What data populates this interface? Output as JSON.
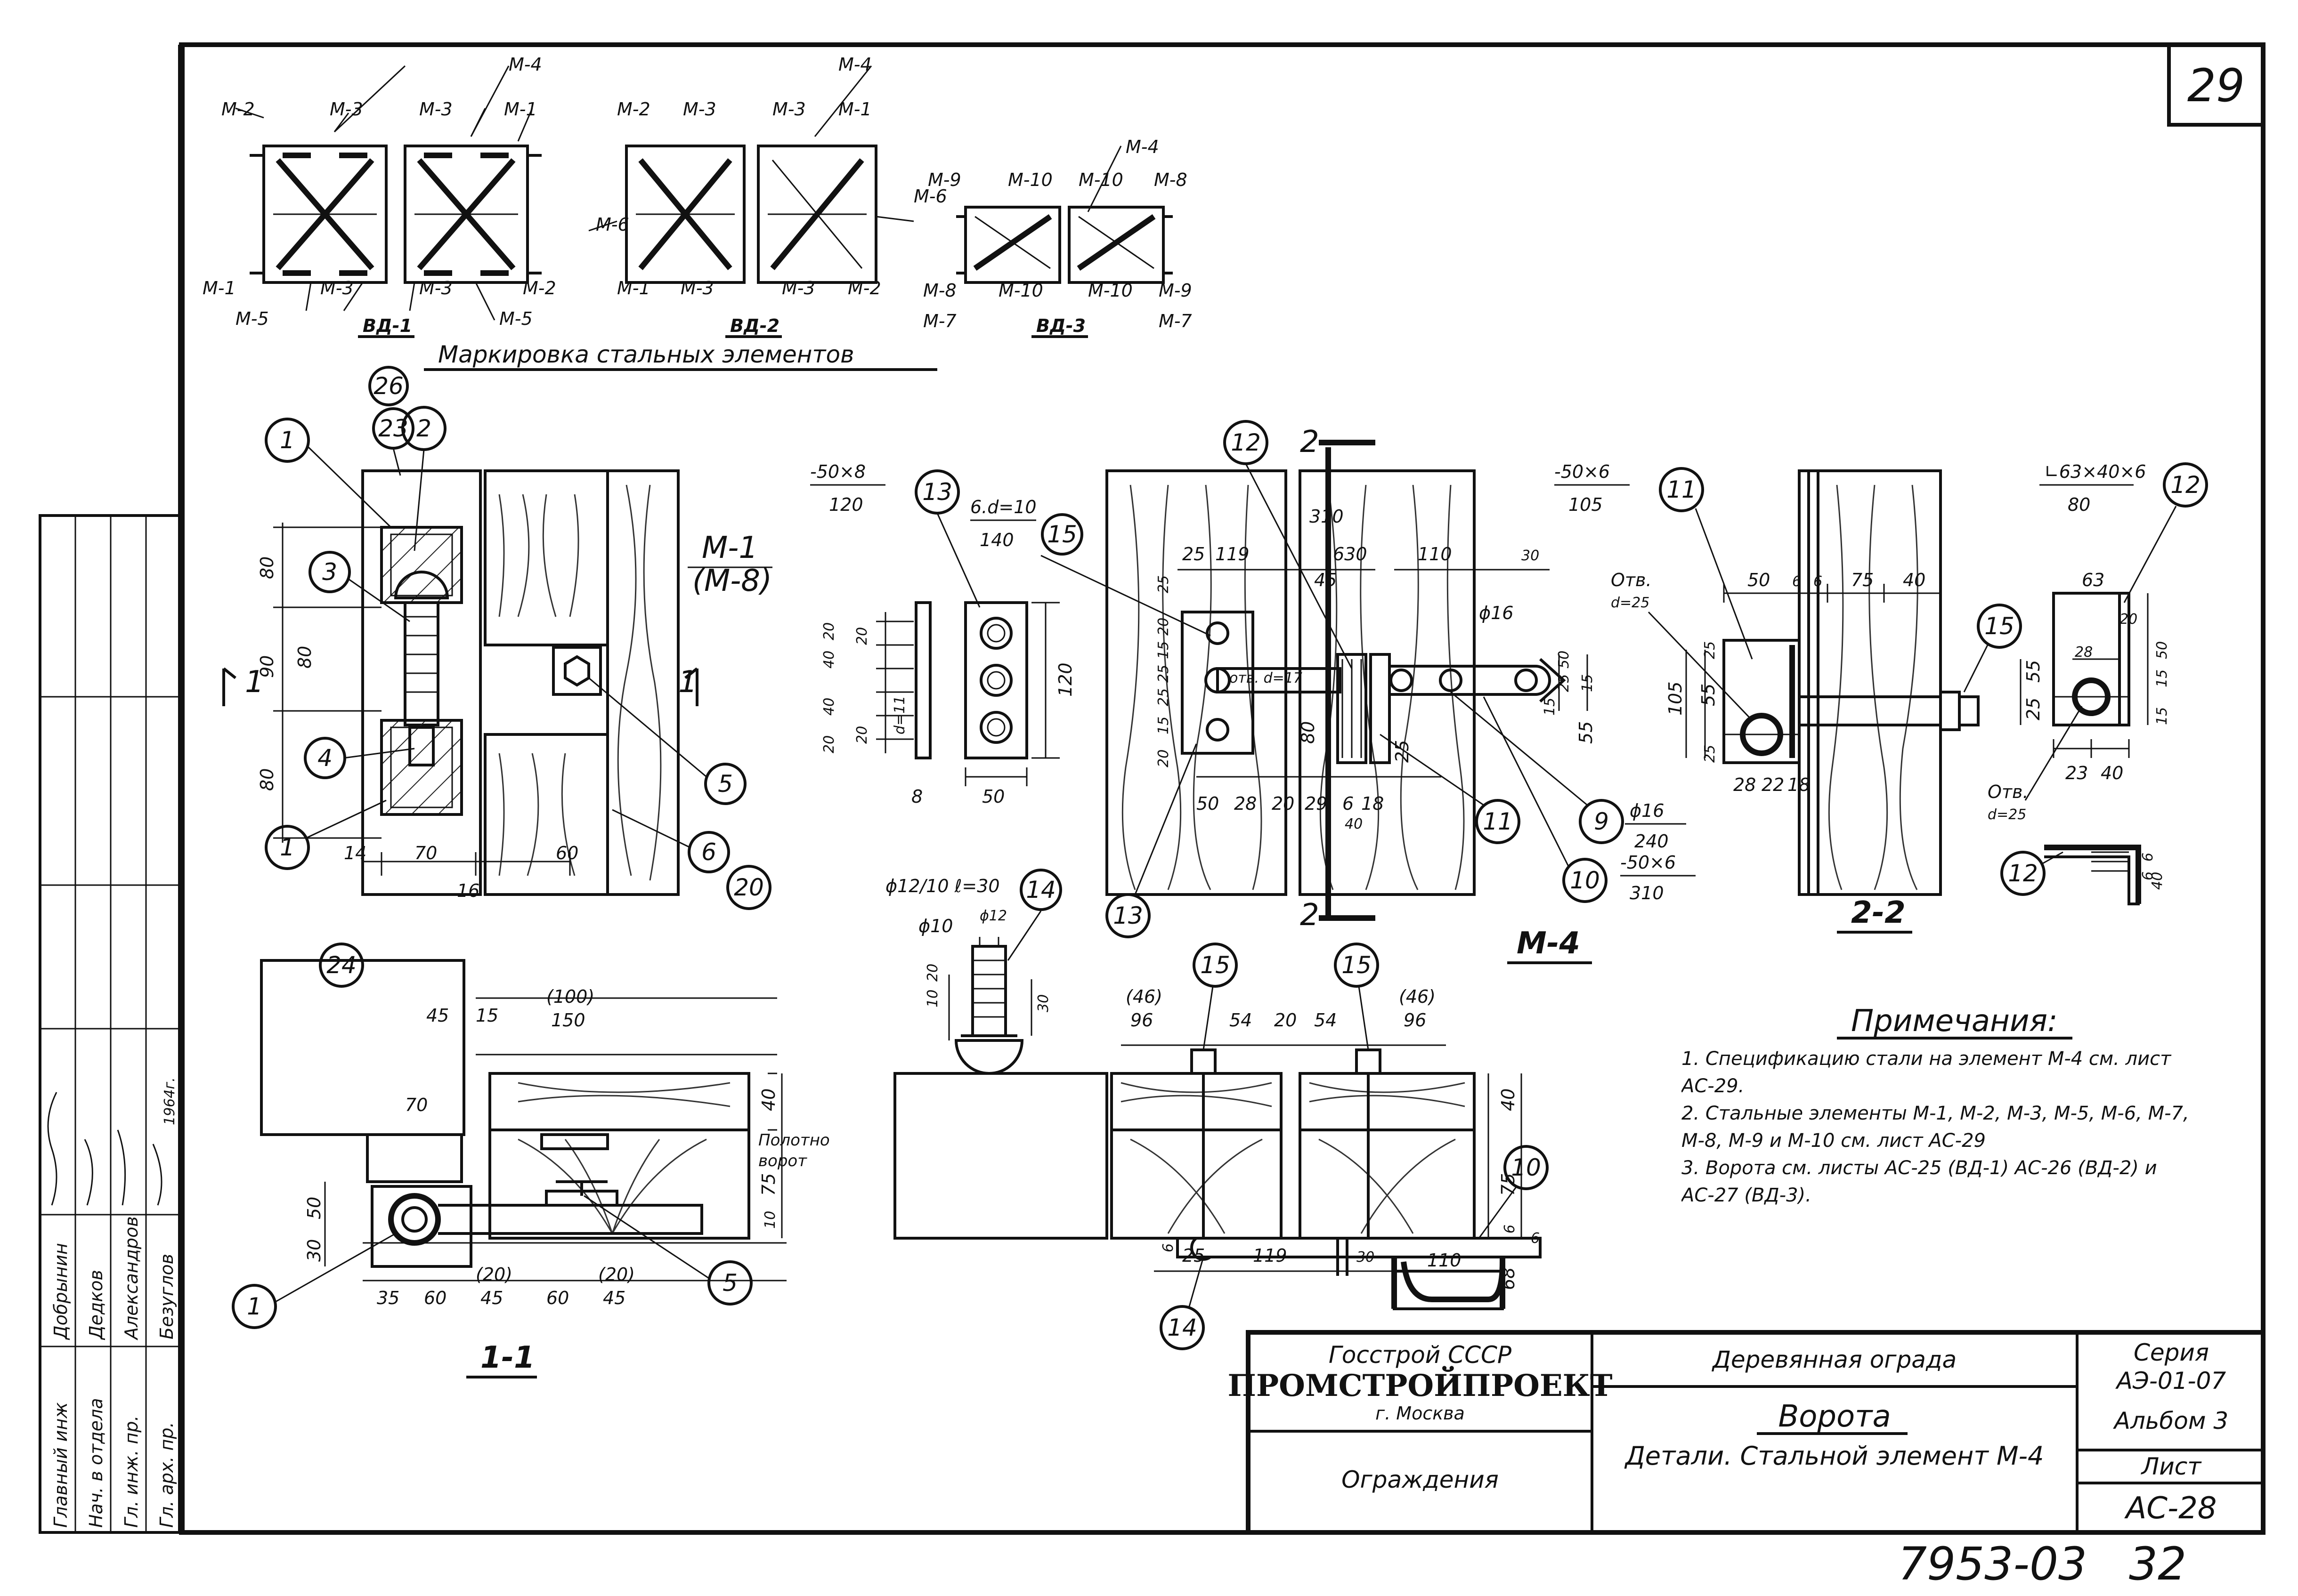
{
  "sheet": {
    "sheet_number": "29",
    "page_number": "32",
    "archive_number": "7953-03"
  },
  "marking": {
    "title": "Маркировка стальных элементов",
    "panels": [
      {
        "id": "vd1",
        "caption": "ВД-1",
        "top_labels": [
          "М-2",
          "М-3",
          "М-3",
          "М-1"
        ],
        "top_leader": "М-4",
        "bottom_labels": [
          "М-1",
          "М-3",
          "М-3",
          "М-2"
        ],
        "bottom_sub_labels": [
          "М-5",
          "М-5"
        ]
      },
      {
        "id": "vd2",
        "caption": "ВД-2",
        "top_labels": [
          "М-2",
          "М-3",
          "М-3",
          "М-1"
        ],
        "top_leader": "М-4",
        "side_labels": [
          "М-6",
          "М-6"
        ],
        "bottom_labels": [
          "М-1",
          "М-3",
          "М-3",
          "М-2"
        ]
      },
      {
        "id": "vd3",
        "caption": "ВД-3",
        "top_labels": [
          "М-9",
          "М-10",
          "М-10",
          "М-8"
        ],
        "top_leader": "М-4",
        "bottom_labels": [
          "М-8",
          "М-10",
          "М-10",
          "М-9"
        ],
        "bottom_sub_labels": [
          "М-7",
          "М-7"
        ]
      }
    ]
  },
  "section_hinge": {
    "callouts": [
      "1",
      "2",
      "3",
      "4",
      "1",
      "5",
      "6",
      "20",
      "23",
      "26"
    ],
    "dims": [
      "80",
      "80",
      "80",
      "90",
      "14",
      "70",
      "60",
      "16"
    ],
    "element_label": "М-1",
    "element_label_alt": "(М-8)",
    "cut_mark": "1"
  },
  "strip13": {
    "spec_top": "-50×8",
    "spec_bottom": "120",
    "hole_spec": "6.d=10",
    "hole_spec_len": "140",
    "callouts": [
      "13",
      "15"
    ],
    "dims": [
      "120",
      "50",
      "8",
      "20",
      "40",
      "20",
      "20",
      "40",
      "20",
      "d=11"
    ]
  },
  "bolt": {
    "spec": "ϕ12/10 ℓ=30",
    "callout": "14",
    "dims": [
      "ϕ10",
      "ϕ12",
      "10",
      "20",
      "30"
    ]
  },
  "m4_view": {
    "callouts": [
      "12",
      "15",
      "11",
      "9",
      "10",
      "13",
      "14"
    ],
    "cut_mark": "2",
    "dims": [
      "25",
      "119",
      "45",
      "310",
      "630",
      "110",
      "30",
      "15",
      "25",
      "50",
      "55",
      "15",
      "50",
      "28",
      "20",
      "29",
      "6",
      "18",
      "40",
      "25",
      "80",
      "25",
      "20",
      "15",
      "25",
      "25",
      "15",
      "20"
    ],
    "hole_label": "отв. d=17",
    "rod_spec_top": "ϕ16",
    "rod_spec_bottom": "ϕ16",
    "rod_len": "240",
    "strip_spec": "-50×6",
    "strip_len": "310",
    "caption": "М-4"
  },
  "section_22": {
    "spec_top": "-50×6",
    "spec_len": "105",
    "callout": "11",
    "hole_label": "Отв.",
    "hole_dia": "d=25",
    "dims": [
      "50",
      "6",
      "6",
      "75",
      "40",
      "25",
      "55",
      "105",
      "25",
      "28",
      "22",
      "18"
    ],
    "caption": "2-2"
  },
  "angle12": {
    "spec": "∟63×40×6",
    "spec_len": "80",
    "callouts": [
      "12",
      "15",
      "12"
    ],
    "dims": [
      "63",
      "20",
      "28",
      "25",
      "55",
      "15",
      "50",
      "15",
      "23",
      "40",
      "40",
      "6",
      "6"
    ],
    "hole_label": "Отв.",
    "hole_dia": "d=25"
  },
  "section_11": {
    "callouts": [
      "24",
      "1",
      "5"
    ],
    "dims": [
      "45",
      "15",
      "(100)",
      "150",
      "70",
      "40",
      "75",
      "10",
      "30",
      "50",
      "35",
      "60",
      "(20)",
      "45",
      "60",
      "(20)",
      "45"
    ],
    "label_leaf": "Полотно ворот",
    "caption": "1-1"
  },
  "section_plan": {
    "callouts": [
      "15",
      "15",
      "10",
      "14"
    ],
    "dims": [
      "(46)",
      "96",
      "54",
      "20",
      "54",
      "(46)",
      "96",
      "40",
      "75",
      "6",
      "68",
      "6",
      "6",
      "25",
      "119",
      "30",
      "110"
    ]
  },
  "notes": {
    "title": "Примечания:",
    "items": [
      "1. Спецификацию стали на элемент М-4 см. лист АС-29.",
      "2. Стальные элементы М-1, М-2, М-3, М-5, М-6, М-7, М-8, М-9 и М-10 см. лист АС-29",
      "3. Ворота см. листы АС-25 (ВД-1) АС-26 (ВД-2) и АС-27 (ВД-3)."
    ]
  },
  "title_block": {
    "org_top": "Госстрой СССР",
    "org_name": "ПРОМСТРОЙПРОЕКТ",
    "org_city": "г. Москва",
    "project": "Деревянная ограда",
    "section": "Ограждения",
    "sheet_title": "Ворота",
    "sheet_subtitle": "Детали. Стальной элемент М-4",
    "series_label": "Серия",
    "series_value": "АЭ-01-07",
    "album": "Альбом 3",
    "sheet_label": "Лист",
    "sheet_code": "АС-28"
  },
  "side_stamp": {
    "roles": [
      "Главный инж",
      "Нач. в отдела",
      "Гл. инж. пр.",
      "Гл. арх. пр."
    ],
    "names": [
      "Добрынин",
      "Дедков",
      "Александров",
      "Безуглов"
    ],
    "year": "1964г."
  }
}
